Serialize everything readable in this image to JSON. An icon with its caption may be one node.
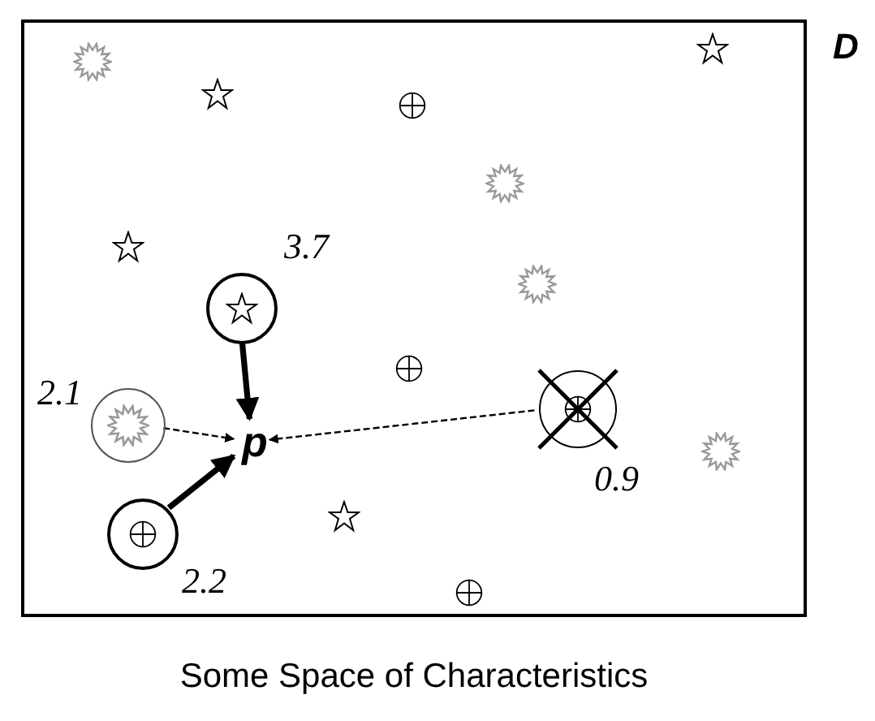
{
  "diagram": {
    "caption": "Some Space of Characteristics",
    "nodes": [
      {
        "text": [
          "D"
        ]
      },
      {
        "text": [],
        "shape": "circle",
        "in": 0,
        "beside": [
          "3.7"
        ]
      },
      {
        "text": [],
        "shape": "circle",
        "in": 0,
        "beside": [
          "2.1"
        ]
      },
      {
        "text": [
          "p"
        ],
        "in": 0
      },
      {
        "text": [],
        "shape": "circle",
        "in": 0,
        "beside": [
          "0.9"
        ]
      },
      {
        "text": [],
        "shape": "circle",
        "in": 0,
        "beside": [
          "2.2"
        ]
      }
    ],
    "edges": [
      {
        "from": 1,
        "to": 3,
        "arrow": "to",
        "style": "thick"
      },
      {
        "from": 2,
        "to": 3,
        "arrow": "to",
        "style": "dashed"
      },
      {
        "from": 4,
        "to": 3,
        "arrow": "to",
        "style": "dashed"
      },
      {
        "from": 5,
        "to": 3,
        "arrow": "to",
        "style": "thick"
      }
    ]
  }
}
